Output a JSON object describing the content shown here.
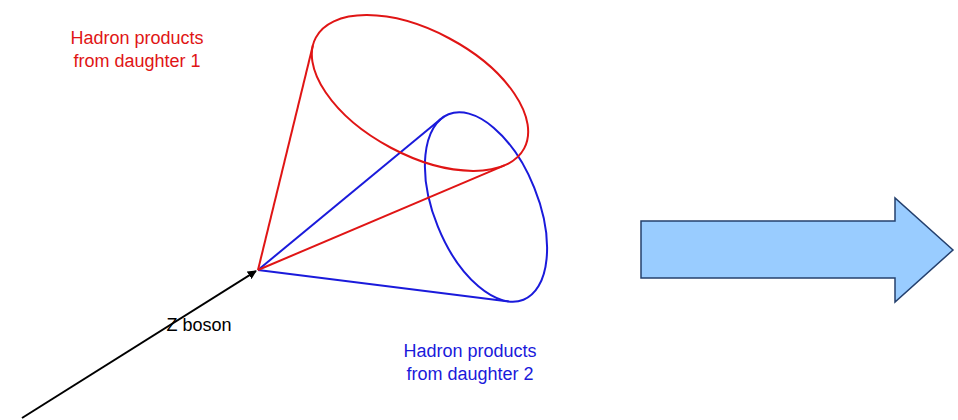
{
  "diagram": {
    "labels": [
      "Hadron products from daughter 1",
      "Z boson",
      "Hadron products from daughter 2"
    ]
  }
}
